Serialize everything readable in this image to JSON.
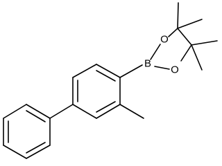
{
  "molecule": {
    "atoms": {
      "boron": "B",
      "oxygen_top": "O",
      "oxygen_bottom": "O"
    }
  }
}
